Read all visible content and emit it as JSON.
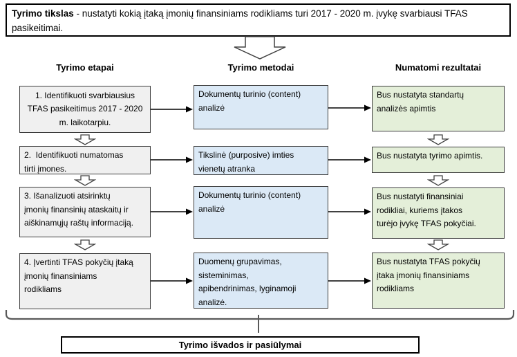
{
  "title_box": {
    "bold": "Tyrimo tikslas",
    "text": " - nustatyti kokią įtaką įmonių finansiniams rodikliams turi 2017 - 2020 m. įvykę svarbiausi TFAS pasikeitimai."
  },
  "columns": {
    "stages": "Tyrimo etapai",
    "methods": "Tyrimo metodai",
    "results": "Numatomi rezultatai"
  },
  "rows": [
    {
      "stage": "1. Identifikuoti svarbiausius\nTFAS pasikeitimus 2017 - 2020\nm. laikotarpiu.",
      "method": "Dokumentų turinio (content)\nanalizė",
      "result": "Bus nustatyta standartų\nanalizės apimtis"
    },
    {
      "stage": "2.  Identifikuoti numatomas\ntirti įmones.",
      "method": "Tikslinė (purposive) imties\nvienetų atranka",
      "result": "Bus nustatyta tyrimo apimtis."
    },
    {
      "stage": "3. Išanalizuoti atsirinktų\nįmonių finansinių ataskaitų ir\naiškinamųjų raštų informaciją.",
      "method": "Dokumentų turinio (content)\nanalizė",
      "result": "Bus nustatyti finansiniai\nrodikliai, kuriems įtakos\nturėjo įvykę TFAS pokyčiai."
    },
    {
      "stage": "4. Įvertinti TFAS pokyčių įtaką\nįmonių finansiniams\nrodikliams",
      "method": "Duomenų grupavimas,\nsisteminimas,\napibendrinimas, lyginamoji\nanalizė.",
      "result": "Bus nustatyta TFAS pokyčių\nįtaka įmonių finansiniams\nrodikliams"
    }
  ],
  "conclusion": "Tyrimo išvados ir pasiūlymai",
  "icons": {
    "big_down_arrow": "hollow-down-arrow",
    "small_down_arrow": "hollow-down-arrow",
    "flow_arrow": "solid-right-arrow",
    "bracket": "horizontal-brace-with-tick"
  },
  "colors": {
    "stage_fill": "#f0f0f0",
    "method_fill": "#dbe9f6",
    "result_fill": "#e4efd9",
    "box_border": "#3b3b3b",
    "frame_border": "#000000",
    "bracket_stroke": "#595959",
    "arrow_black": "#000000"
  }
}
